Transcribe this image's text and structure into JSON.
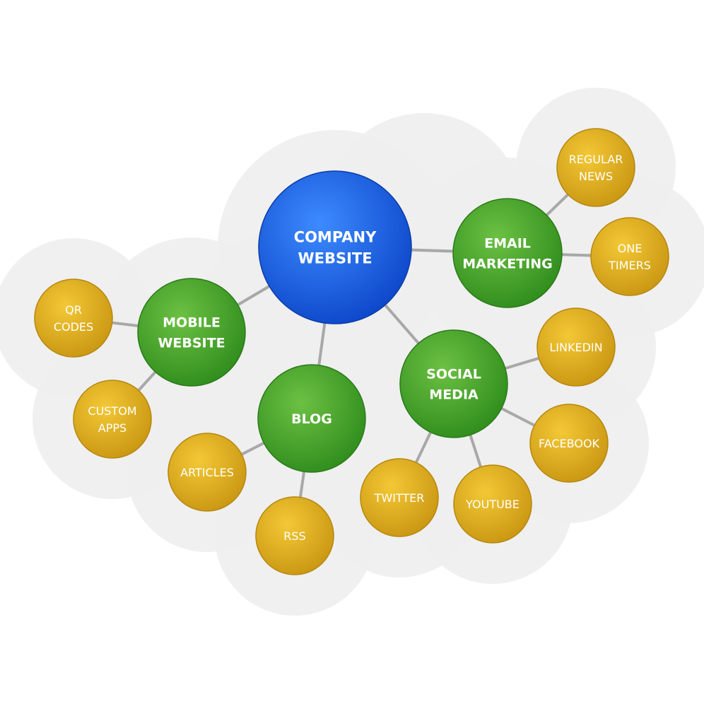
{
  "diagram": {
    "colors": {
      "hub": "#1f63e6",
      "category": "#4aa72b",
      "leaf": "#e0b21e",
      "connector": "#a8a8a8",
      "cloud": "#eeeeee"
    },
    "nodes": {
      "company": {
        "lines": [
          "COMPANY",
          "WEBSITE"
        ],
        "level": "hub"
      },
      "email": {
        "lines": [
          "EMAIL",
          "MARKETING"
        ],
        "level": "category"
      },
      "mobile": {
        "lines": [
          "MOBILE",
          "WEBSITE"
        ],
        "level": "category"
      },
      "blog": {
        "lines": [
          "BLOG"
        ],
        "level": "category"
      },
      "social": {
        "lines": [
          "SOCIAL",
          "MEDIA"
        ],
        "level": "category"
      },
      "regular_news": {
        "lines": [
          "REGULAR",
          "NEWS"
        ],
        "level": "leaf"
      },
      "one_timers": {
        "lines": [
          "ONE",
          "TIMERS"
        ],
        "level": "leaf"
      },
      "qr_codes": {
        "lines": [
          "QR",
          "CODES"
        ],
        "level": "leaf"
      },
      "custom_apps": {
        "lines": [
          "CUSTOM",
          "APPS"
        ],
        "level": "leaf"
      },
      "articles": {
        "lines": [
          "ARTICLES"
        ],
        "level": "leaf"
      },
      "rss": {
        "lines": [
          "RSS"
        ],
        "level": "leaf"
      },
      "linkedin": {
        "lines": [
          "LINKEDIN"
        ],
        "level": "leaf"
      },
      "facebook": {
        "lines": [
          "FACEBOOK"
        ],
        "level": "leaf"
      },
      "twitter": {
        "lines": [
          "TWITTER"
        ],
        "level": "leaf"
      },
      "youtube": {
        "lines": [
          "YOUTUBE"
        ],
        "level": "leaf"
      }
    },
    "edges": [
      [
        "company",
        "email"
      ],
      [
        "company",
        "mobile"
      ],
      [
        "company",
        "blog"
      ],
      [
        "company",
        "social"
      ],
      [
        "email",
        "regular_news"
      ],
      [
        "email",
        "one_timers"
      ],
      [
        "mobile",
        "qr_codes"
      ],
      [
        "mobile",
        "custom_apps"
      ],
      [
        "blog",
        "articles"
      ],
      [
        "blog",
        "rss"
      ],
      [
        "social",
        "linkedin"
      ],
      [
        "social",
        "facebook"
      ],
      [
        "social",
        "twitter"
      ],
      [
        "social",
        "youtube"
      ]
    ]
  }
}
